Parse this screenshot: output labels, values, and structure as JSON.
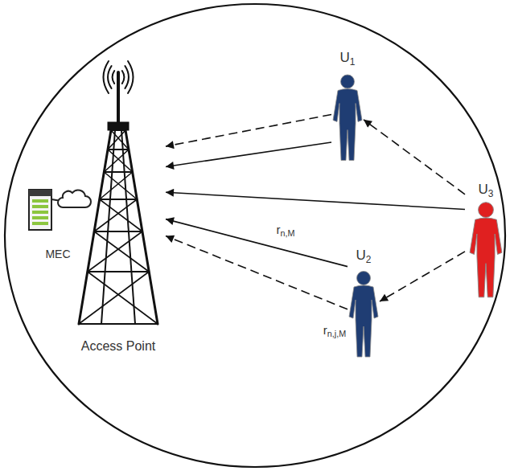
{
  "diagram": {
    "nodes": [
      {
        "text": [
          "U1"
        ]
      },
      {
        "text": [
          "U3"
        ]
      },
      {
        "text": [
          "MEC"
        ]
      },
      {
        "text": [
          "Access Point"
        ]
      },
      {
        "text": [
          "U2"
        ]
      }
    ],
    "edges": [
      {
        "from": 0,
        "to": 3,
        "arrow": "to"
      },
      {
        "from": 0,
        "to": 3,
        "arrow": "to"
      },
      {
        "from": 1,
        "to": 3,
        "arrow": "to"
      },
      {
        "from": 1,
        "to": 0,
        "arrow": "to"
      },
      {
        "from": 4,
        "to": 3,
        "arrow": "to",
        "label": "rn,M"
      },
      {
        "from": 4,
        "to": 3,
        "arrow": "to",
        "label": "rn,j,M"
      },
      {
        "from": 1,
        "to": 4,
        "arrow": "to"
      }
    ]
  }
}
